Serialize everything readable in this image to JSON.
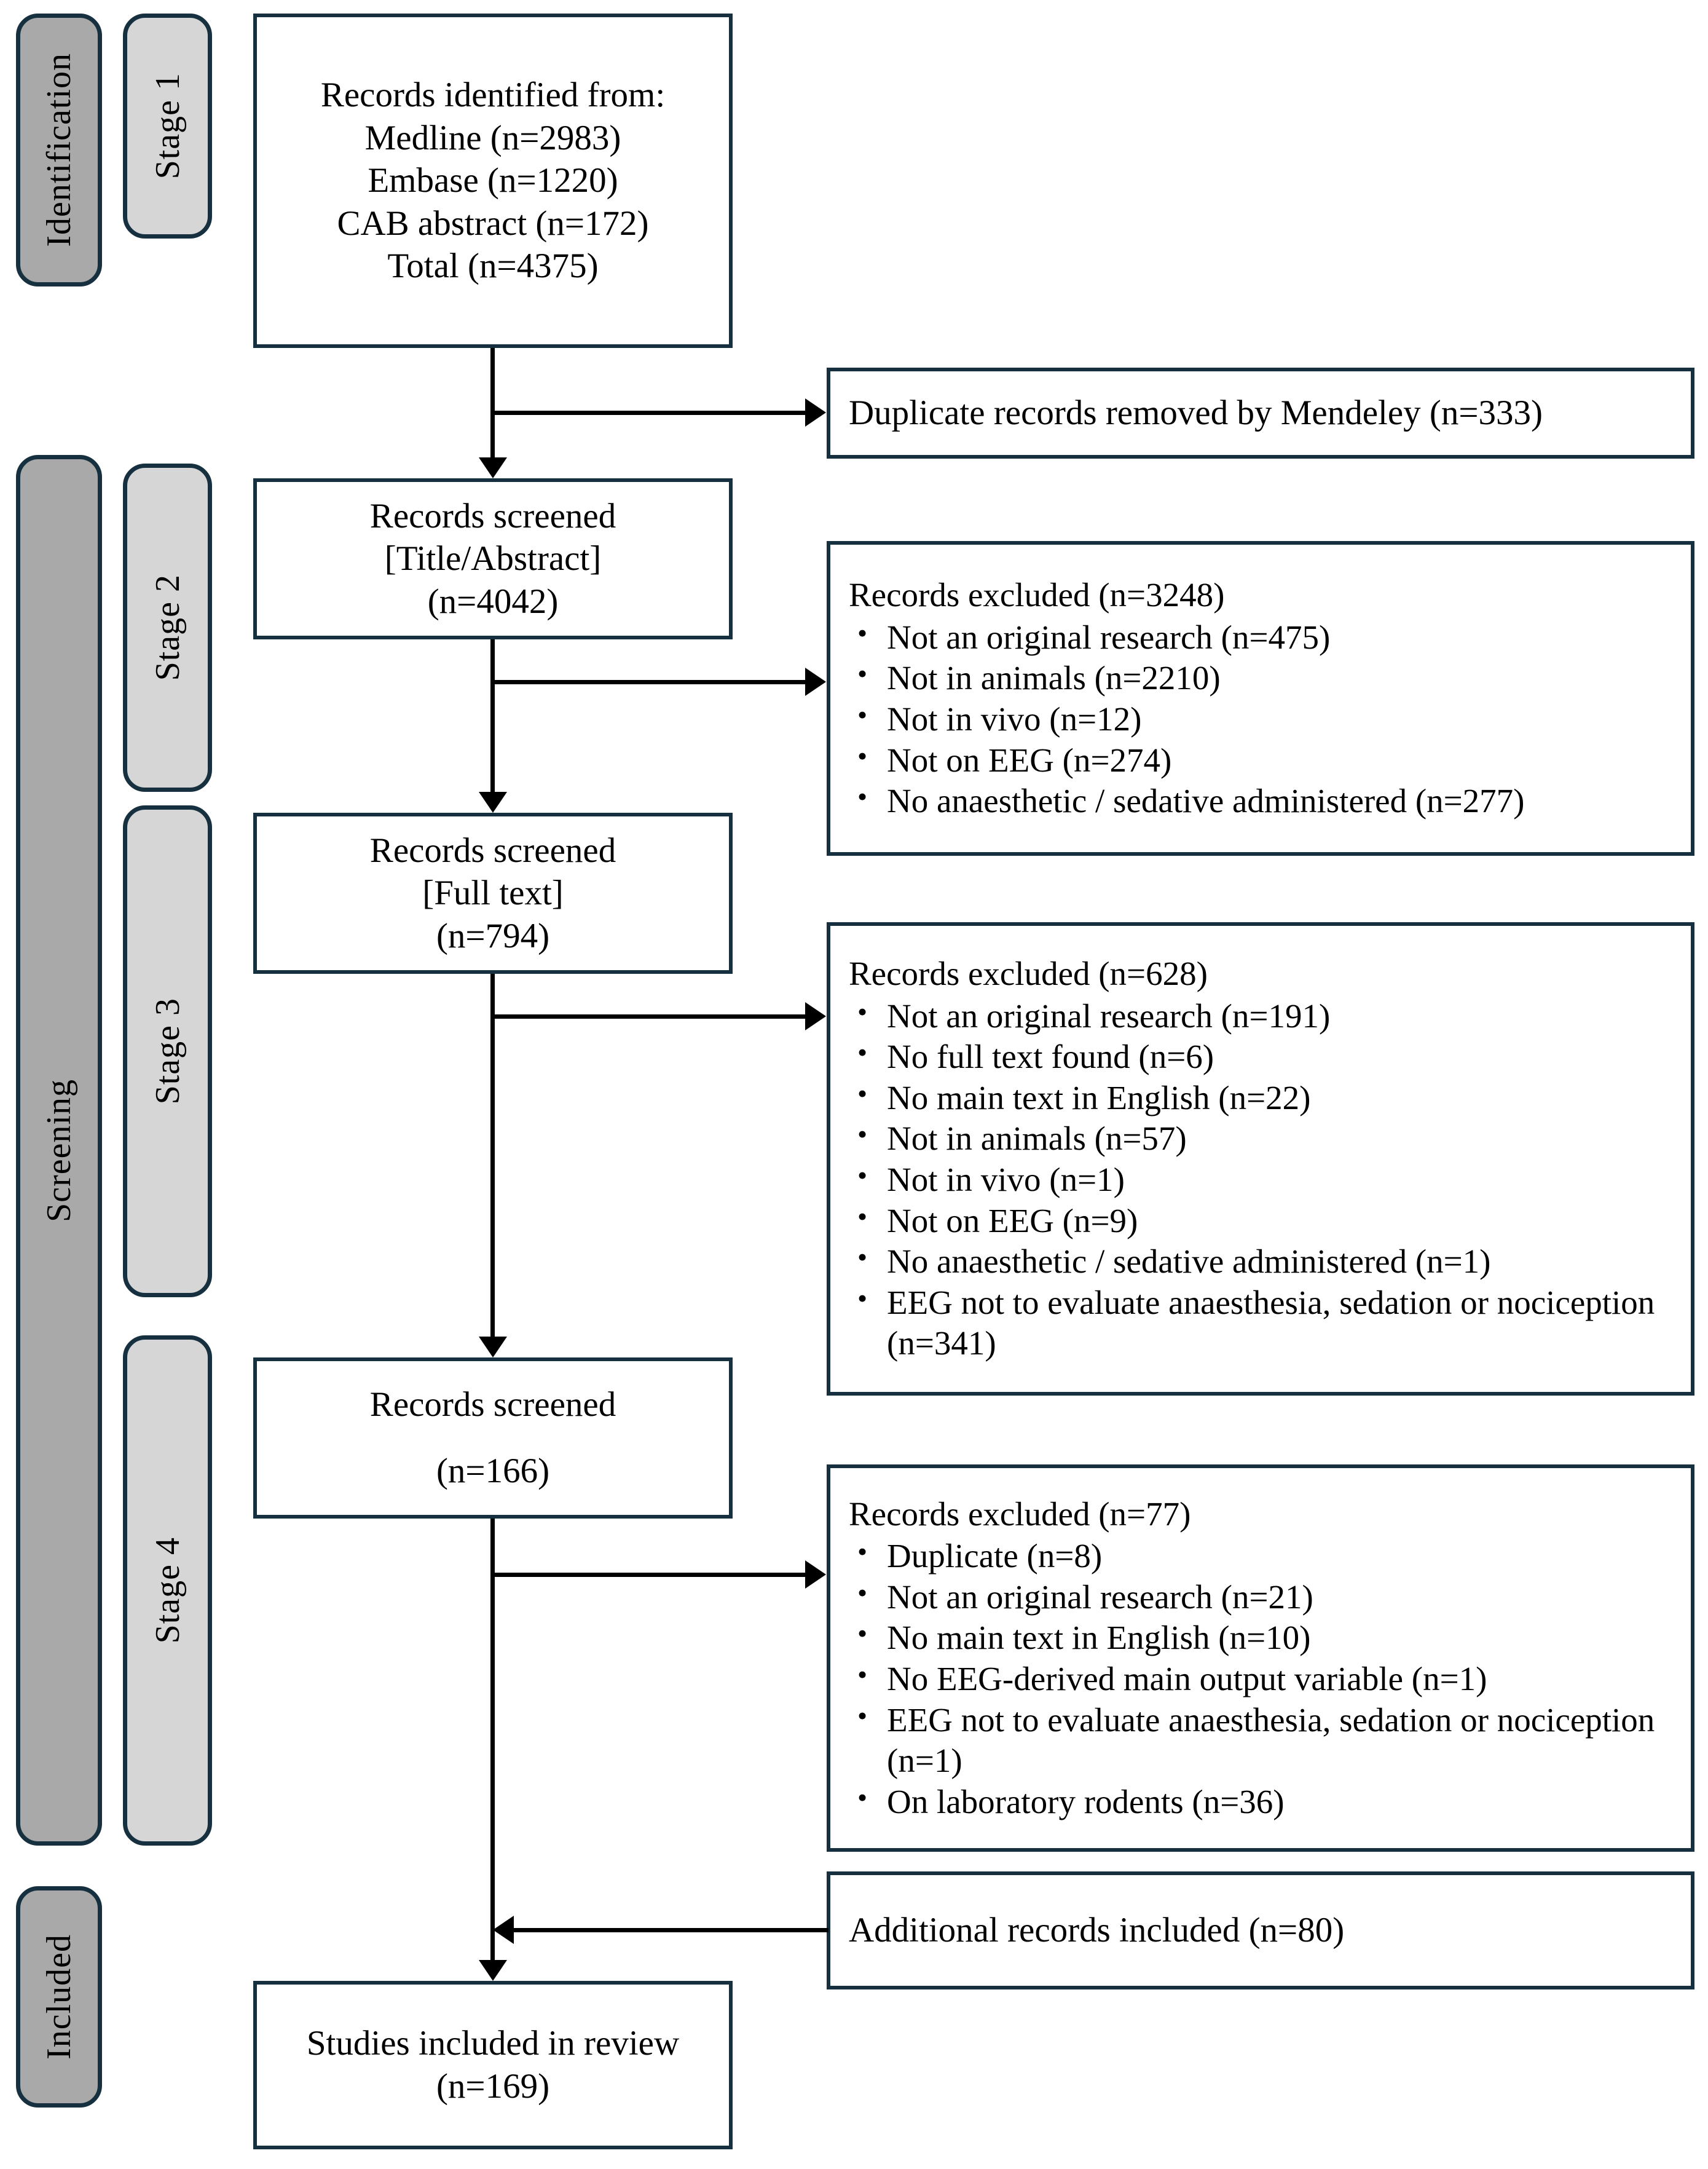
{
  "diagram": {
    "type": "prisma-flow-diagram",
    "accent_border_color": "#16303f",
    "phase_pill_color": "#a9a9a9",
    "stage_pill_color": "#d6d6d6"
  },
  "phases": [
    {
      "label": "Identification"
    },
    {
      "label": "Screening"
    },
    {
      "label": "Included"
    }
  ],
  "stages": [
    {
      "label": "Stage 1"
    },
    {
      "label": "Stage 2"
    },
    {
      "label": "Stage 3"
    },
    {
      "label": "Stage 4"
    }
  ],
  "flow": {
    "identified": {
      "title": "Records identified from:",
      "sources": [
        "Medline (n=2983)",
        "Embase (n=1220)",
        "CAB abstract (n=172)",
        "Total (n=4375)"
      ]
    },
    "screened_title_abstract": {
      "line1": "Records screened",
      "line2": "[Title/Abstract]",
      "line3": "(n=4042)"
    },
    "screened_full_text": {
      "line1": "Records screened",
      "line2": "[Full text]",
      "line3": "(n=794)"
    },
    "screened_stage4": {
      "line1": "Records screened",
      "line2": "(n=166)"
    },
    "included": {
      "line1": "Studies included in review",
      "line2": "(n=169)"
    }
  },
  "exclusions": {
    "duplicates_removed": {
      "text": "Duplicate records removed by Mendeley (n=333)"
    },
    "stage2": {
      "header": "Records excluded (n=3248)",
      "reasons": [
        "Not an original research (n=475)",
        "Not in animals (n=2210)",
        "Not in vivo (n=12)",
        "Not on EEG (n=274)",
        "No anaesthetic / sedative administered (n=277)"
      ]
    },
    "stage3": {
      "header": "Records excluded (n=628)",
      "reasons": [
        "Not an original research (n=191)",
        "No full text found (n=6)",
        "No main text in English (n=22)",
        "Not in animals (n=57)",
        "Not in vivo (n=1)",
        "Not on EEG (n=9)",
        "No anaesthetic / sedative administered (n=1)",
        "EEG not to evaluate anaesthesia, sedation or nociception (n=341)"
      ]
    },
    "stage4": {
      "header": "Records excluded (n=77)",
      "reasons": [
        "Duplicate (n=8)",
        "Not an original research (n=21)",
        "No main text in English (n=10)",
        "No EEG-derived main output variable (n=1)",
        "EEG not to evaluate anaesthesia, sedation or nociception (n=1)",
        "On laboratory rodents (n=36)"
      ]
    }
  },
  "additions": {
    "additional_records": {
      "text": "Additional records included (n=80)"
    }
  }
}
